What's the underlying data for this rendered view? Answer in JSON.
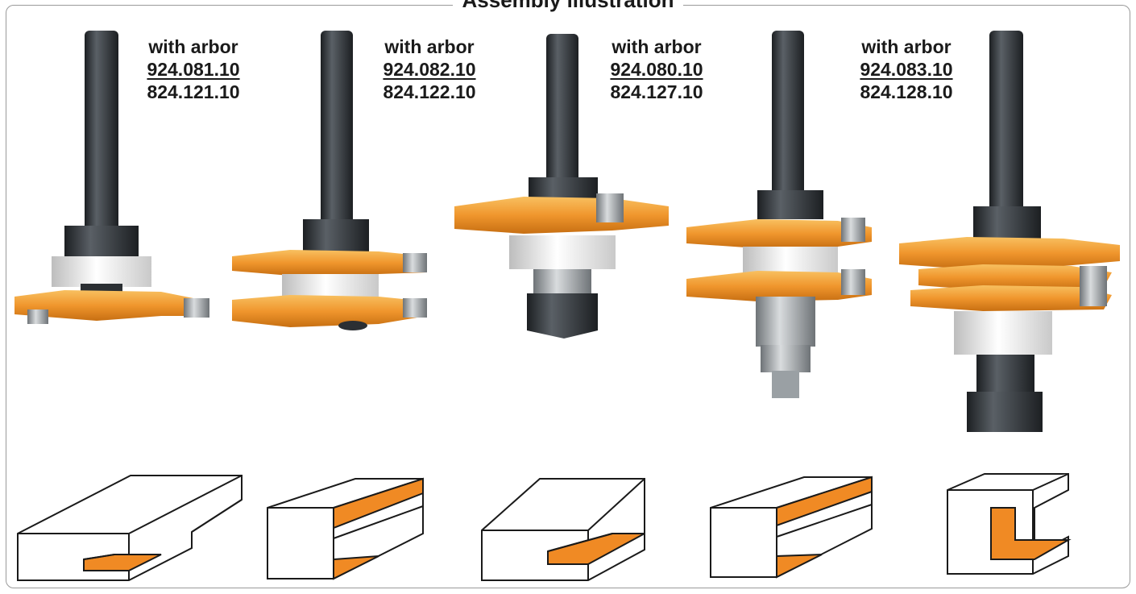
{
  "title": "Assembly illustration",
  "colors": {
    "orange": "#f0962d",
    "blade": "#f6a93b",
    "shank": "#2b2f33",
    "steel": "#a8adb2",
    "white_ring": "#eeeeee",
    "profile_fill": "#f08a24"
  },
  "items": [
    {
      "line1": "with arbor",
      "code1": "924.081.10",
      "code2": "824.121.10"
    },
    {
      "line1": "with arbor",
      "code1": "924.082.10",
      "code2": "824.122.10"
    },
    {
      "line1": "with arbor",
      "code1": "924.080.10",
      "code2": "824.127.10"
    },
    {
      "line1": "with arbor",
      "code1": "924.083.10",
      "code2": "824.128.10"
    }
  ],
  "icons": [
    "router-bit-icon",
    "profile-slot-icon",
    "profile-tongue-icon",
    "profile-groove-icon"
  ]
}
